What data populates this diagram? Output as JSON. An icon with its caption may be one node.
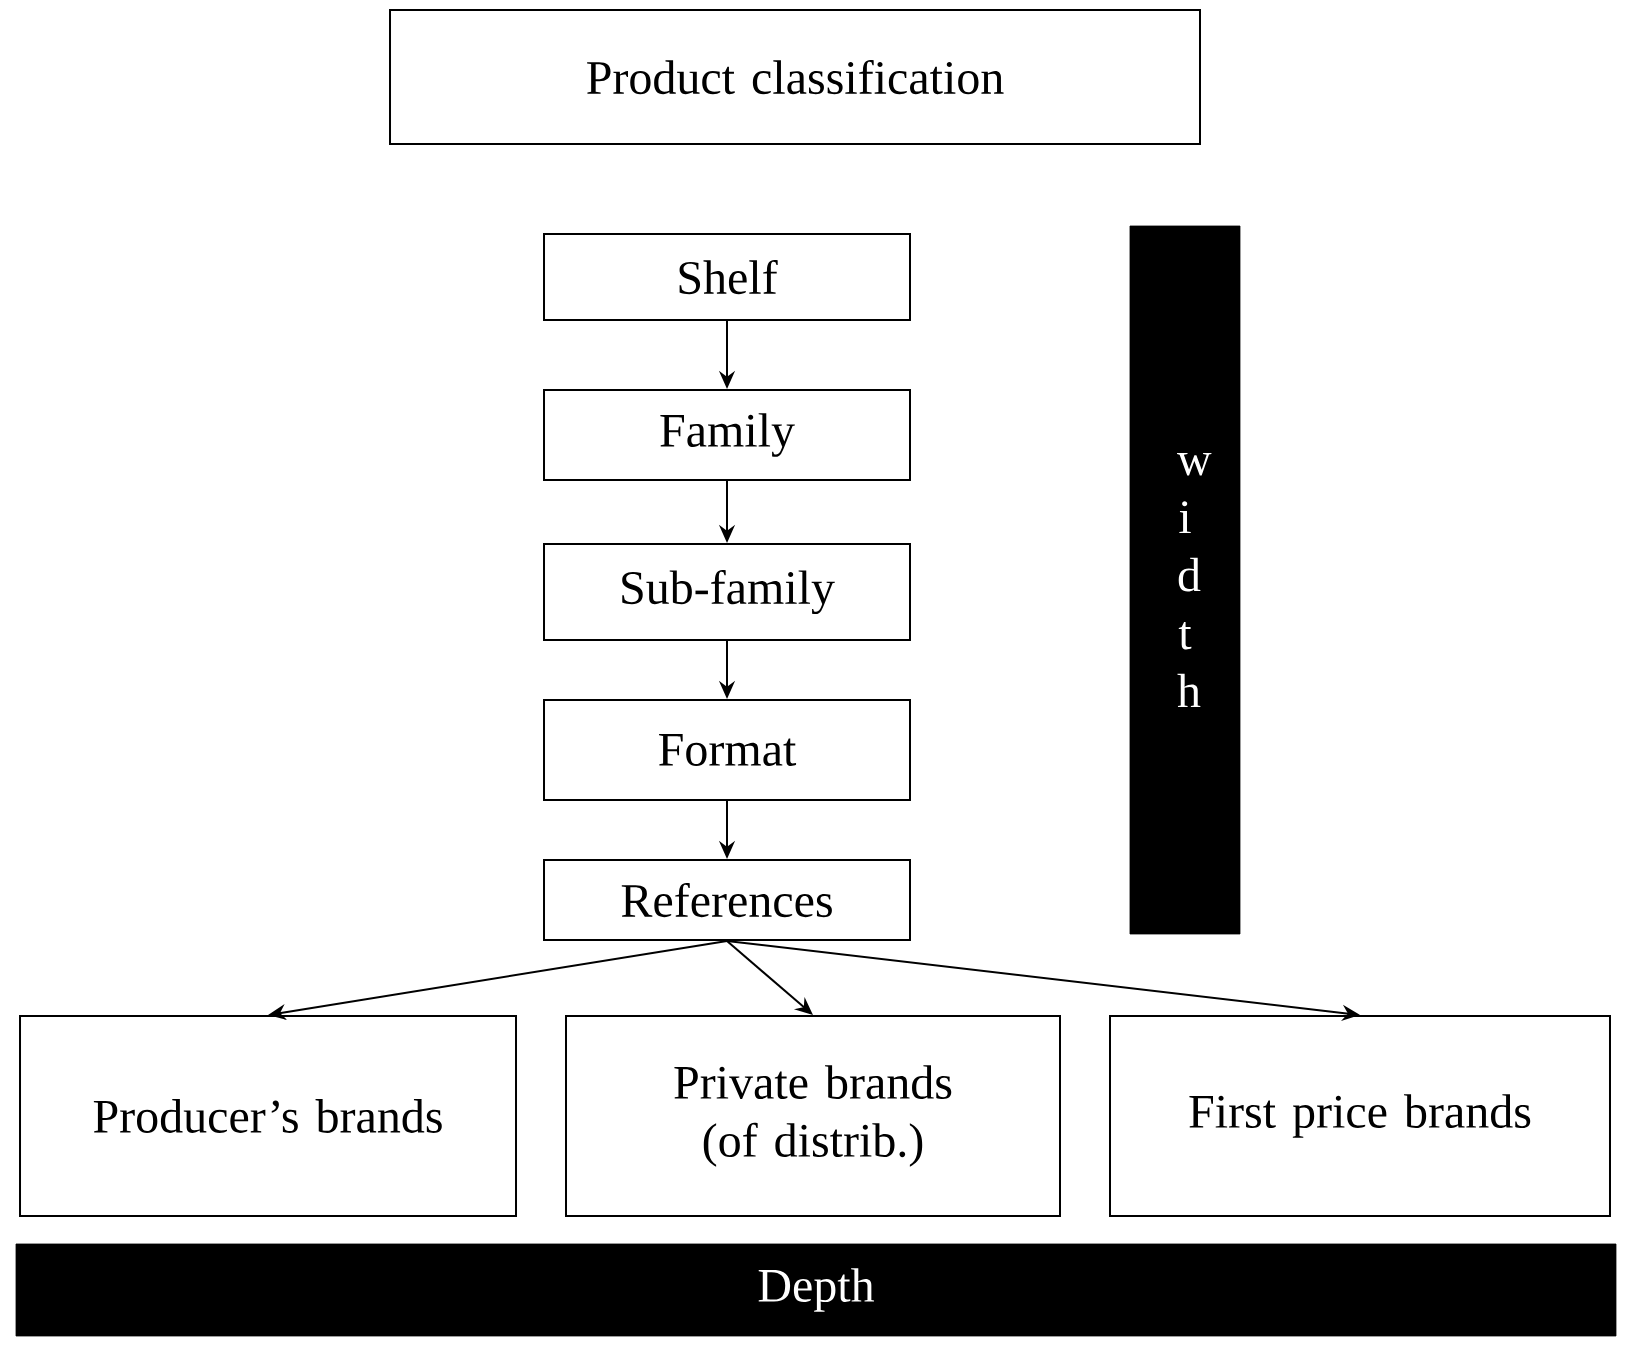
{
  "diagram": {
    "nodes": [
      {
        "text": [
          "Product classification"
        ]
      },
      {
        "text": [
          "Shelf"
        ]
      },
      {
        "text": [
          "Family"
        ]
      },
      {
        "text": [
          "Sub-family"
        ]
      },
      {
        "text": [
          "Format"
        ]
      },
      {
        "text": [
          "References"
        ]
      },
      {
        "text": [
          "Producer’s brands"
        ]
      },
      {
        "text": [
          "Private brands (of distrib.)"
        ]
      },
      {
        "text": [
          "First price brands"
        ]
      },
      {
        "text": [
          "w i d t h"
        ]
      },
      {
        "text": [
          "Depth"
        ]
      }
    ],
    "edges": [
      {
        "from": 1,
        "to": 2,
        "arrow": "to"
      },
      {
        "from": 2,
        "to": 3,
        "arrow": "to"
      },
      {
        "from": 3,
        "to": 4,
        "arrow": "to"
      },
      {
        "from": 4,
        "to": 5,
        "arrow": "to"
      },
      {
        "from": 5,
        "to": 6,
        "arrow": "to"
      },
      {
        "from": 5,
        "to": 7,
        "arrow": "to"
      },
      {
        "from": 5,
        "to": 8,
        "arrow": "to"
      }
    ]
  }
}
